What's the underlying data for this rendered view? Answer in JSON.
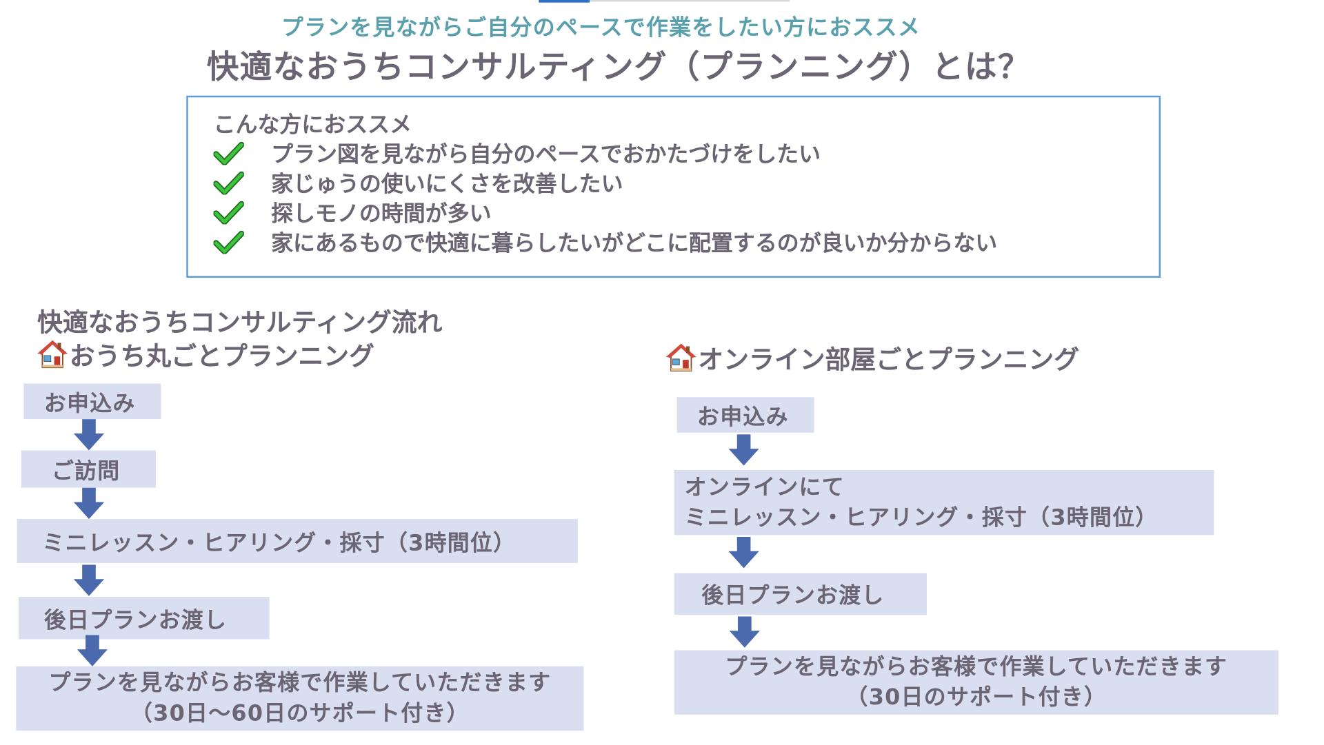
{
  "header": {
    "subtitle": "プランを見ながらご自分のペースで作業をしたい方におススメ",
    "title": "快適なおうちコンサルティング（プランニング）とは？"
  },
  "recommend": {
    "heading": "こんな方におススメ",
    "items": [
      "プラン図を見ながら自分のペースでおかたづけをしたい",
      "家じゅうの使いにくさを改善したい",
      "探しモノの時間が多い",
      "家にあるもので快適に暮らしたいがどこに配置するのが良いか分からない"
    ]
  },
  "flow": {
    "heading": "快適なおうちコンサルティング流れ"
  },
  "plan_whole": {
    "title": "おうち丸ごとプランニング",
    "steps": [
      "お申込み",
      "ご訪問",
      "ミニレッスン・ヒアリング・採寸（3時間位）",
      "後日プランお渡し"
    ],
    "final_line1": "プランを見ながらお客様で作業していただきます",
    "final_line2": "（30日～60日のサポート付き）"
  },
  "plan_room": {
    "title": "オンライン部屋ごとプランニング",
    "step1": "お申込み",
    "step2_line1": "オンラインにて",
    "step2_line2": "ミニレッスン・ヒアリング・採寸（3時間位）",
    "step3": "後日プランお渡し",
    "final_line1": "プランを見ながらお客様で作業していただきます",
    "final_line2": "（30日のサポート付き）"
  },
  "colors": {
    "accent_teal": "#5aa0ac",
    "text_gray": "#6b6573",
    "box_border": "#5b9bd5",
    "step_fill": "#d9dff0",
    "arrow_blue": "#4a6aad",
    "check_green": "#2eaa2e"
  },
  "icons": {
    "check": "check-mark-icon",
    "house": "house-icon",
    "arrow": "arrow-down-icon"
  }
}
